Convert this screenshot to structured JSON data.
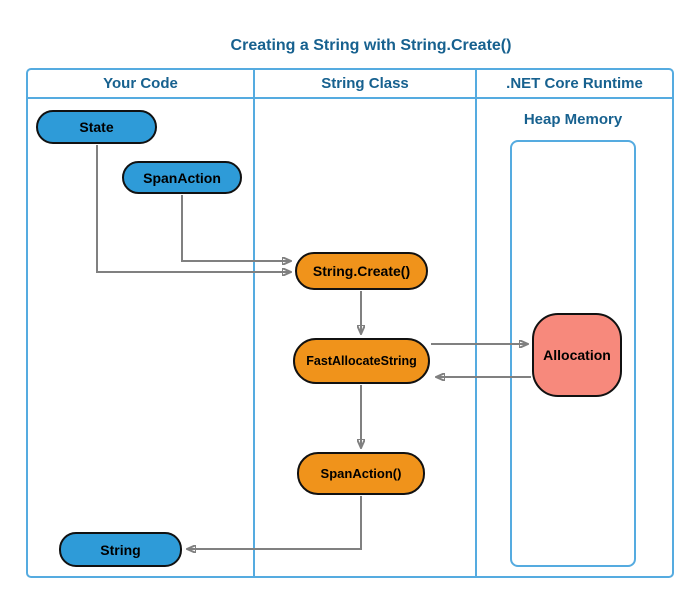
{
  "title": "Creating a String with String.Create()",
  "lanes": [
    {
      "label": "Your Code"
    },
    {
      "label": "String Class"
    },
    {
      "label": ".NET Core Runtime"
    }
  ],
  "heap": {
    "label": "Heap Memory"
  },
  "nodes": {
    "state": "State",
    "span_action": "SpanAction",
    "string_create": "String.Create()",
    "fast_allocate_string": "FastAllocateString",
    "span_action_call": "SpanAction()",
    "string_result": "String",
    "allocation": "Allocation"
  },
  "edges": [
    {
      "from": "State",
      "to": "String.Create()"
    },
    {
      "from": "SpanAction",
      "to": "String.Create()"
    },
    {
      "from": "String.Create()",
      "to": "FastAllocateString"
    },
    {
      "from": "FastAllocateString",
      "to": "Allocation"
    },
    {
      "from": "Allocation",
      "to": "FastAllocateString"
    },
    {
      "from": "FastAllocateString",
      "to": "SpanAction()"
    },
    {
      "from": "SpanAction()",
      "to": "String"
    }
  ],
  "colors": {
    "title_text": "#17618F",
    "lane_border": "#55ABE0",
    "blue_node": "#2E9BD8",
    "orange_node": "#F0931B",
    "salmon_node": "#F7897C",
    "node_border": "#111111",
    "connector": "#808080"
  }
}
